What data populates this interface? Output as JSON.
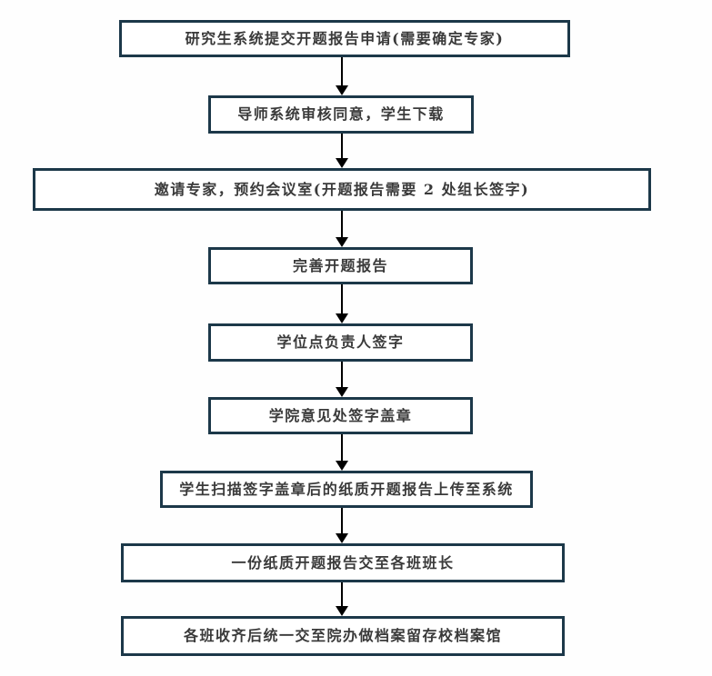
{
  "diagram": {
    "type": "flowchart",
    "direction": "top-down",
    "steps": [
      {
        "label": "研究生系统提交开题报告申请(需要确定专家)"
      },
      {
        "label": "导师系统审核同意，学生下载"
      },
      {
        "label": "邀请专家，预约会议室(开题报告需要 2 处组长签字)"
      },
      {
        "label": "完善开题报告"
      },
      {
        "label": "学位点负责人签字"
      },
      {
        "label": "学院意见处签字盖章"
      },
      {
        "label": "学生扫描签字盖章后的纸质开题报告上传至系统"
      },
      {
        "label": "一份纸质开题报告交至各班班长"
      },
      {
        "label": "各班收齐后统一交至院办做档案留存校档案馆"
      }
    ],
    "connectors": {
      "count": 8,
      "style": "solid-down-arrow"
    },
    "colors": {
      "box_border": "#1c3849",
      "box_fill": "#ffffff",
      "text": "#3a3a3a",
      "arrow": "#000000",
      "background": "#fefefe"
    }
  }
}
